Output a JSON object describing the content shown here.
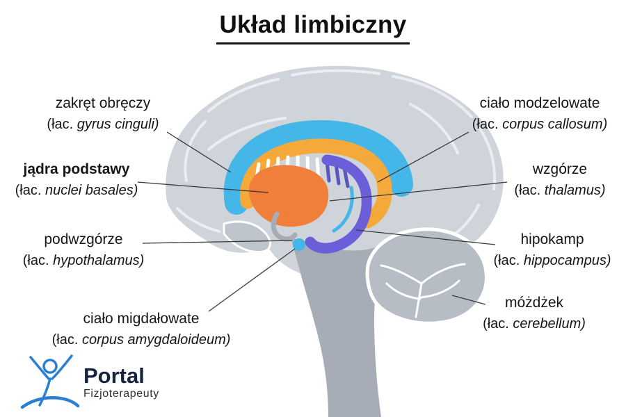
{
  "title": "Układ limbiczny",
  "labels": {
    "left": [
      {
        "pl": "zakręt obręczy",
        "lat_prefix": "(łac. ",
        "lat_term": "gyrus cinguli)"
      },
      {
        "pl": "jądra podstawy",
        "lat_prefix": "(łac. ",
        "lat_term": "nuclei basales)"
      },
      {
        "pl": "podwzgórze",
        "lat_prefix": "(łac. ",
        "lat_term": "hypothalamus)"
      },
      {
        "pl": "ciało migdałowate",
        "lat_prefix": "(łac. ",
        "lat_term": "corpus amygdaloideum)"
      }
    ],
    "right": [
      {
        "pl": "ciało modzelowate",
        "lat_prefix": "(łac. ",
        "lat_term": "corpus callosum)"
      },
      {
        "pl": "wzgórze",
        "lat_prefix": "(łac. ",
        "lat_term": "thalamus)"
      },
      {
        "pl": "hipokamp",
        "lat_prefix": "(łac. ",
        "lat_term": "hippocampus)"
      },
      {
        "pl": "móżdżek",
        "lat_prefix": "(łac. ",
        "lat_term": "cerebellum)"
      }
    ]
  },
  "logo": {
    "line1": "Portal",
    "line2": "Fizjoterapeuty"
  },
  "colors": {
    "background": "#ffffff",
    "brain_gray": "#cfd4da",
    "temporal_gray": "#bfc5cc",
    "stem_gray": "#a7adb6",
    "cerebellum_gray": "#b7bdc5",
    "cingulate_blue": "#45b6e8",
    "corpus_callosum_orange": "#f6a93b",
    "thalamus_orange": "#f07f3c",
    "hippocampus_purple": "#6a5fd8",
    "striation_indigo": "#5b55c0",
    "amygdala_blue": "#45b6e8",
    "logo_blue": "#2a7fd4",
    "connector_line": "#3a3a3a"
  }
}
